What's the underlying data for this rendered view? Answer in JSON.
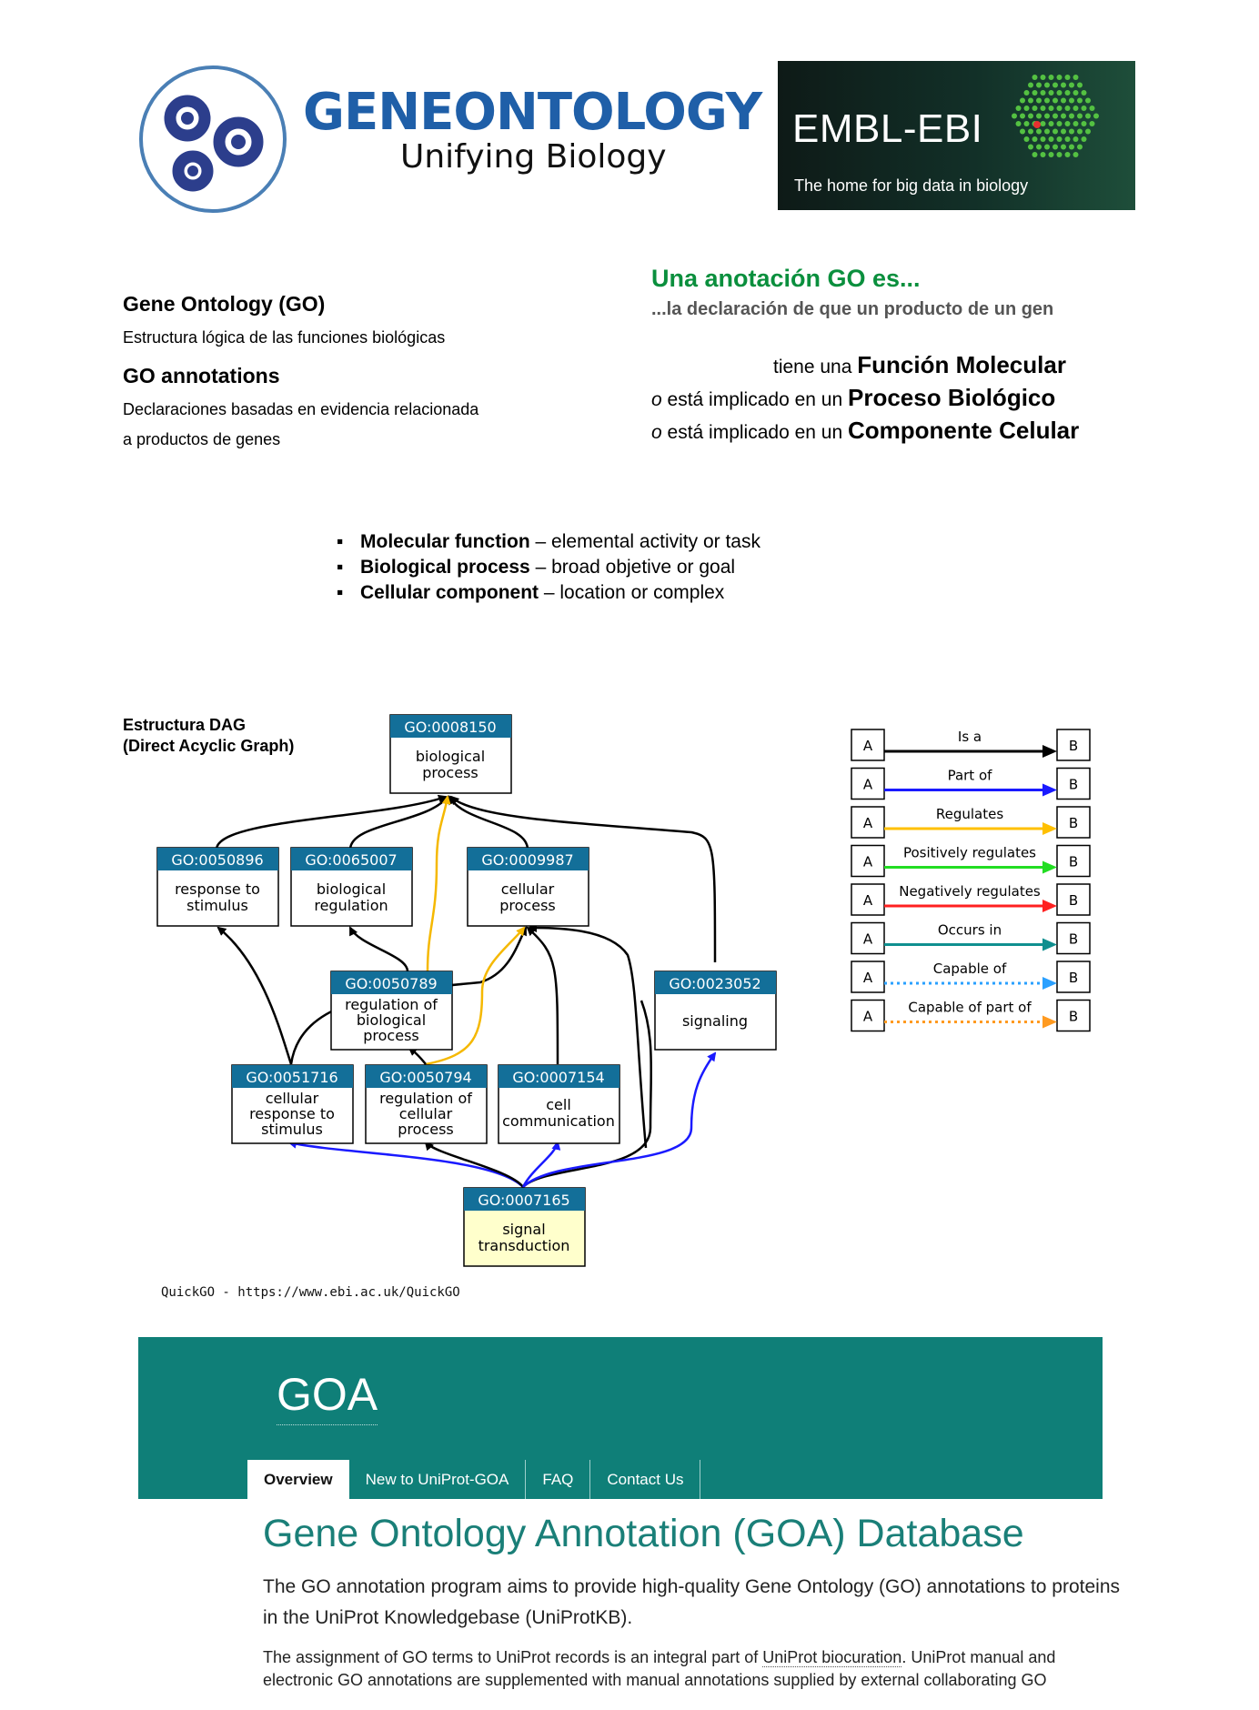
{
  "header": {
    "go_logo": {
      "word1": "GENE",
      "word2": "ONTOLOGY",
      "tagline": "Unifying Biology"
    },
    "embl": {
      "title": "EMBL-EBI",
      "subtitle": "The home for big data in biology"
    }
  },
  "left_block": {
    "go_heading": "Gene Ontology (GO)",
    "go_desc": "Estructura lógica de las funciones biológicas",
    "ann_heading": "GO annotations",
    "ann_desc_1": "Declaraciones basadas en evidencia relacionada",
    "ann_desc_2": "a productos de genes"
  },
  "right_block": {
    "title": "Una anotación GO es...",
    "subtitle": "...la declaración de que un producto de un gen",
    "line1_prefix": "tiene una",
    "line1_term": "Función Molecular",
    "line2_o": "o",
    "line2_prefix": "está implicado en un",
    "line2_term": "Proceso Biológico",
    "line3_o": "o",
    "line3_prefix": "está implicado en un",
    "line3_term": "Componente Celular"
  },
  "bullets": [
    {
      "term": "Molecular function",
      "desc": "– elemental activity or task"
    },
    {
      "term": "Biological process",
      "desc": "– broad objetive or goal"
    },
    {
      "term": "Cellular component",
      "desc": "– location or complex"
    }
  ],
  "dag": {
    "title_1": "Estructura DAG",
    "title_2": "(Direct Acyclic Graph)",
    "nodes": [
      {
        "id": "GO:0008150",
        "label1": "biological",
        "label2": "process"
      },
      {
        "id": "GO:0050896",
        "label1": "response to",
        "label2": "stimulus"
      },
      {
        "id": "GO:0065007",
        "label1": "biological",
        "label2": "regulation"
      },
      {
        "id": "GO:0009987",
        "label1": "cellular",
        "label2": "process"
      },
      {
        "id": "GO:0050789",
        "label1": "regulation of",
        "label2": "biological",
        "label3": "process"
      },
      {
        "id": "GO:0023052",
        "label1": "signaling"
      },
      {
        "id": "GO:0051716",
        "label1": "cellular",
        "label2": "response to",
        "label3": "stimulus"
      },
      {
        "id": "GO:0050794",
        "label1": "regulation of",
        "label2": "cellular",
        "label3": "process"
      },
      {
        "id": "GO:0007154",
        "label1": "cell",
        "label2": "communication"
      },
      {
        "id": "GO:0007165",
        "label1": "signal",
        "label2": "transduction"
      }
    ],
    "caption": "QuickGO - https://www.ebi.ac.uk/QuickGO",
    "colors": {
      "header": "#136f99",
      "root_fill": "#ffffff",
      "leaf_fill": "#ffffcc"
    }
  },
  "legend": {
    "a": "A",
    "b": "B",
    "relations": [
      {
        "label": "Is a",
        "color": "#000000",
        "dotted": false
      },
      {
        "label": "Part of",
        "color": "#1a1aff",
        "dotted": false
      },
      {
        "label": "Regulates",
        "color": "#ffc000",
        "dotted": false
      },
      {
        "label": "Positively regulates",
        "color": "#22dd22",
        "dotted": false
      },
      {
        "label": "Negatively regulates",
        "color": "#ff2020",
        "dotted": false
      },
      {
        "label": "Occurs in",
        "color": "#0f8f8f",
        "dotted": false
      },
      {
        "label": "Capable of",
        "color": "#2aa0ff",
        "dotted": true
      },
      {
        "label": "Capable of part of",
        "color": "#ff9a20",
        "dotted": true
      }
    ]
  },
  "goa": {
    "banner_title": "GOA",
    "tabs": [
      "Overview",
      "New to UniProt-GOA",
      "FAQ",
      "Contact Us"
    ],
    "heading": "Gene Ontology Annotation (GOA) Database",
    "p1": "The GO annotation program aims to provide high-quality Gene Ontology (GO) annotations to proteins in the UniProt Knowledgebase (UniProtKB).",
    "p2_a": "The assignment of GO terms to UniProt records is an integral part of ",
    "p2_link": "UniProt biocuration",
    "p2_b": ". UniProt manual and electronic GO annotations are supplemented with manual annotations supplied by external collaborating GO"
  }
}
